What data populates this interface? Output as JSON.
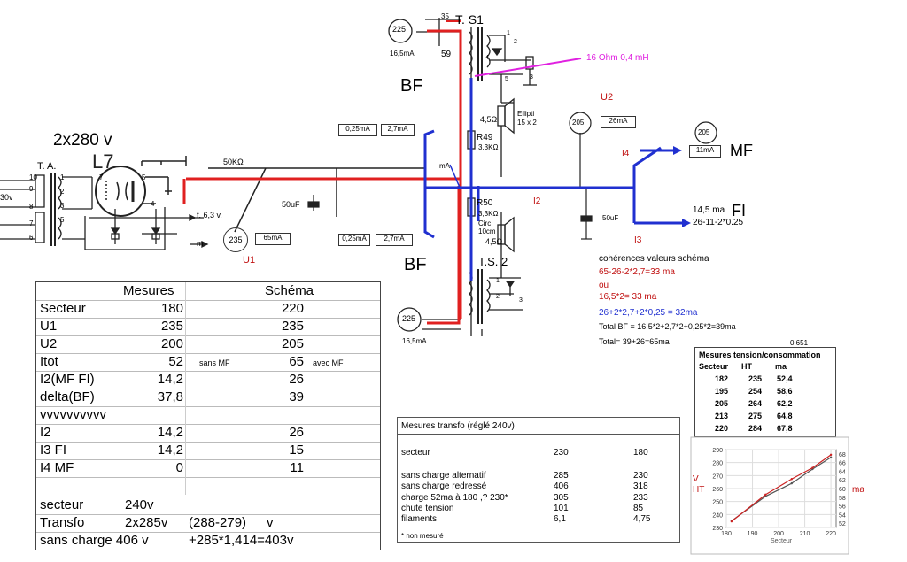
{
  "top_left": {
    "title": "2x280 v",
    "ta_label": "T. A.",
    "l7_label": "L7",
    "v30": "30v",
    "kohm": "50KΩ",
    "cap": "50uF",
    "fil": "f. 6,3 v.",
    "m": "m",
    "pins": [
      "10",
      "9",
      "8",
      "7",
      "6",
      "5",
      "3",
      "2",
      "1",
      "7",
      "4",
      "5"
    ]
  },
  "schematic": {
    "c225_top": "225",
    "c225_top_ma": "16,5mA",
    "num35": "35",
    "ts1": "T. S1",
    "num59": "59",
    "bf_top": "BF",
    "ohm16": "16 Ohm 0,4 mH",
    "ellip": "Ellipti\n15 x 2",
    "ohm45a": "4,5Ω",
    "r49": "R49",
    "r49v": "3,3KΩ",
    "box_025a": "0,25mA",
    "box_27a": "2,7mA",
    "ma": "mA",
    "r50": "R50",
    "r50v": "3,3KΩ",
    "circ": "Circ\n10cm",
    "box_025b": "0,25mA",
    "box_27b": "2,7mA",
    "bf_bot": "BF",
    "ts2": "T.S. 2",
    "ohm45b": "4,5Ω",
    "c225_bot": "225",
    "c225_bot_ma": "16,5mA",
    "c235": "235",
    "box_65": "65mA",
    "u1": "U1",
    "c205a": "205",
    "box_26": "26mA",
    "u2": "U2",
    "i4": "I4",
    "c205b": "205",
    "box_11": "11mA",
    "mf": "MF",
    "i2": "I2",
    "cap2": "50uF",
    "i3": "I3",
    "fi_ma": "14,5 ma",
    "fi": "FI",
    "fi_calc": "26-11-2*0.25",
    "pins2": [
      "1",
      "2",
      "3",
      "4",
      "5",
      "3",
      "1",
      "2"
    ]
  },
  "coherences": {
    "title": "cohérences valeurs schéma",
    "l1": "65-26-2*2,7=33 ma",
    "l2": "ou",
    "l3": "16,5*2= 33 ma",
    "l4": "26+2*2,7+2*0,25 = 32ma",
    "l5": "Total BF = 16,5*2+2,7*2+0,25*2=39ma",
    "l6": "Total= 39+26=65ma"
  },
  "mesures": {
    "head_m": "Mesures",
    "head_s": "Schéma",
    "rows": [
      {
        "label": "Secteur",
        "m": "180",
        "note": "",
        "s": "220",
        "note2": ""
      },
      {
        "label": "U1",
        "m": "235",
        "note": "",
        "s": "235",
        "note2": ""
      },
      {
        "label": "U2",
        "m": "200",
        "note": "",
        "s": "205",
        "note2": ""
      },
      {
        "label": "Itot",
        "m": "52",
        "note": "sans MF",
        "s": "65",
        "note2": "avec MF"
      },
      {
        "label": "I2(MF FI)",
        "m": "14,2",
        "note": "",
        "s": "26",
        "note2": ""
      },
      {
        "label": "delta(BF)",
        "m": "37,8",
        "note": "",
        "s": "39",
        "note2": ""
      },
      {
        "label": "vvvvvvvvvv",
        "m": "",
        "note": "",
        "s": "",
        "note2": ""
      },
      {
        "label": "I2",
        "m": "14,2",
        "note": "",
        "s": "26",
        "note2": ""
      },
      {
        "label": "I3 FI",
        "m": "14,2",
        "note": "",
        "s": "15",
        "note2": ""
      },
      {
        "label": "I4 MF",
        "m": "0",
        "note": "",
        "s": "11",
        "note2": ""
      }
    ],
    "secteur_label": "secteur",
    "secteur_val": "240v",
    "transfo_label": "Transfo",
    "transfo_val": "2x285v",
    "transfo_range": "(288-279)",
    "transfo_unit": "v",
    "charge_label": "sans charge 406 v",
    "charge_calc": "+285*1,414=403v"
  },
  "transfo": {
    "title": "Mesures transfo   (réglé 240v)",
    "rows": [
      {
        "label": "secteur",
        "a": "230",
        "b": "180"
      },
      {
        "label": "sans charge alternatif",
        "a": "285",
        "b": "230"
      },
      {
        "label": "sans charge redressé",
        "a": "406",
        "b": "318"
      },
      {
        "label": "charge 52ma  à 180 ,? 230*",
        "a": "305",
        "b": "233"
      },
      {
        "label": "chute tension",
        "a": "101",
        "b": "85"
      },
      {
        "label": "filaments",
        "a": "6,1",
        "b": "4,75"
      }
    ],
    "note": "* non mesuré"
  },
  "tensions": {
    "extra": "0,651",
    "title": "Mesures tension/consommation",
    "h1": "Secteur",
    "h2": "HT",
    "h3": "ma",
    "rows": [
      {
        "s": "182",
        "ht": "235",
        "ma": "52,4"
      },
      {
        "s": "195",
        "ht": "254",
        "ma": "58,6"
      },
      {
        "s": "205",
        "ht": "264",
        "ma": "62,2"
      },
      {
        "s": "213",
        "ht": "275",
        "ma": "64,8"
      },
      {
        "s": "220",
        "ht": "284",
        "ma": "67,8"
      }
    ]
  },
  "chart_data": {
    "type": "line",
    "xlabel": "Secteur",
    "ylabel": "V HT",
    "y2label": "ma",
    "xticks": [
      "180",
      "190",
      "200",
      "210",
      "220"
    ],
    "yticks": [
      "230",
      "240",
      "250",
      "260",
      "270",
      "280",
      "290"
    ],
    "y2ticks": [
      "52",
      "54",
      "56",
      "58",
      "60",
      "62",
      "64",
      "66",
      "68"
    ],
    "xlim": [
      180,
      222
    ],
    "ylim": [
      230,
      290
    ],
    "y2lim": [
      51,
      69
    ],
    "series": [
      {
        "name": "HT",
        "axis": "left",
        "x": [
          182,
          195,
          205,
          213,
          220
        ],
        "y": [
          235,
          254,
          264,
          275,
          284
        ],
        "color": "#555555"
      },
      {
        "name": "ma",
        "axis": "right",
        "x": [
          182,
          195,
          205,
          213,
          220
        ],
        "y": [
          52.4,
          58.6,
          62.2,
          64.8,
          67.8
        ],
        "color": "#cc2222"
      }
    ]
  },
  "colors": {
    "red": "#e02020",
    "blue": "#2030d0",
    "magenta": "#e020e0",
    "darkred": "#c01010"
  }
}
